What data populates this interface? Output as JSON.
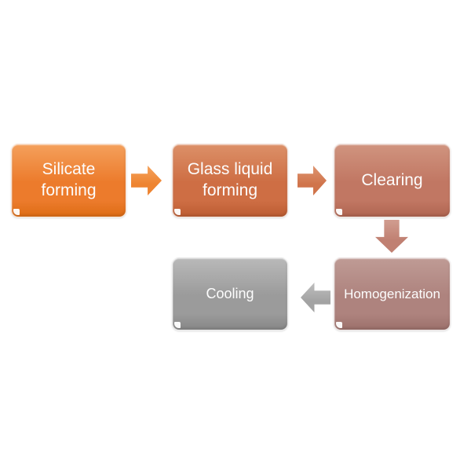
{
  "diagram": {
    "type": "process-flow",
    "background": "#ffffff",
    "text_color": "#fdfdfd",
    "nodes": [
      {
        "id": "silicate-forming",
        "label": "Silicate forming",
        "fill": "#EC7B2C",
        "fill_light": "#F4A05C",
        "fill_dark": "#DD6C14"
      },
      {
        "id": "glass-liquid-forming",
        "label": "Glass liquid forming",
        "fill": "#CE6E44",
        "fill_light": "#DC9068",
        "fill_dark": "#BC5C32"
      },
      {
        "id": "clearing",
        "label": "Clearing",
        "fill": "#C17763",
        "fill_light": "#D0947F",
        "fill_dark": "#AF6450"
      },
      {
        "id": "homogenization",
        "label": "Homogenization",
        "fill": "#AE837E",
        "fill_light": "#BF9B95",
        "fill_dark": "#9C706B"
      },
      {
        "id": "cooling",
        "label": "Cooling",
        "fill": "#9B9B9B",
        "fill_light": "#B9B9B9",
        "fill_dark": "#878787"
      }
    ],
    "connectors": [
      {
        "from": "silicate-forming",
        "to": "glass-liquid-forming",
        "direction": "right",
        "fill": "#EE8431",
        "fill_light": "#F5A35D"
      },
      {
        "from": "glass-liquid-forming",
        "to": "clearing",
        "direction": "right",
        "fill": "#D0744B",
        "fill_light": "#DE9571"
      },
      {
        "from": "clearing",
        "to": "homogenization",
        "direction": "down",
        "fill": "#C08072",
        "fill_light": "#D19D90"
      },
      {
        "from": "homogenization",
        "to": "cooling",
        "direction": "left",
        "fill": "#A3A3A3",
        "fill_light": "#BFBFBF"
      }
    ]
  }
}
